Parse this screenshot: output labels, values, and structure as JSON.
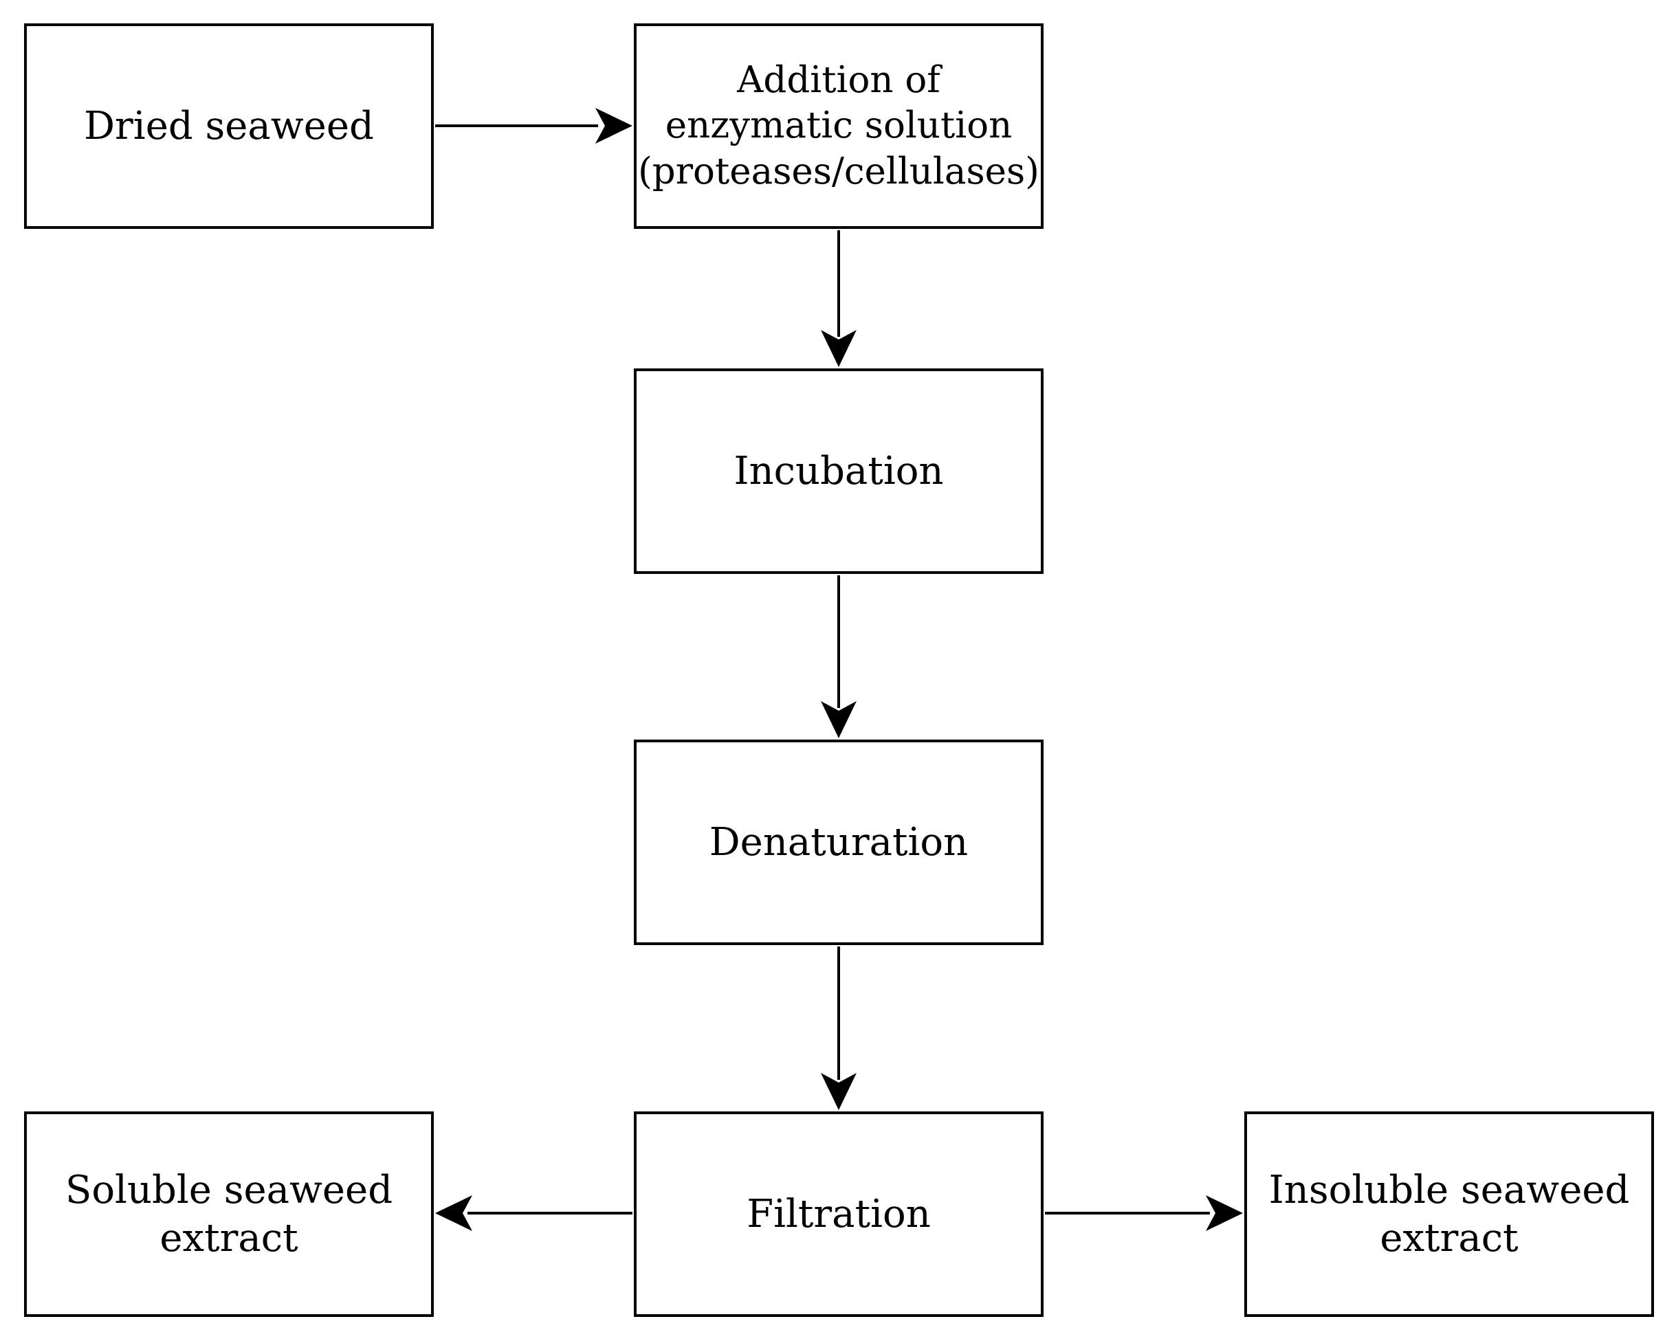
{
  "diagram": {
    "nodes": [
      {
        "id": "dried",
        "label": "Dried seaweed"
      },
      {
        "id": "enzyme",
        "label": "Addition of\nenzymatic solution\n(proteases/cellulases)"
      },
      {
        "id": "incubation",
        "label": "Incubation"
      },
      {
        "id": "denaturation",
        "label": "Denaturation"
      },
      {
        "id": "filtration",
        "label": "Filtration"
      },
      {
        "id": "soluble",
        "label": "Soluble seaweed\nextract"
      },
      {
        "id": "insoluble",
        "label": "Insoluble seaweed\nextract"
      }
    ],
    "edges": [
      {
        "from": "dried",
        "to": "enzyme"
      },
      {
        "from": "enzyme",
        "to": "incubation"
      },
      {
        "from": "incubation",
        "to": "denaturation"
      },
      {
        "from": "denaturation",
        "to": "filtration"
      },
      {
        "from": "filtration",
        "to": "soluble"
      },
      {
        "from": "filtration",
        "to": "insoluble"
      }
    ]
  }
}
